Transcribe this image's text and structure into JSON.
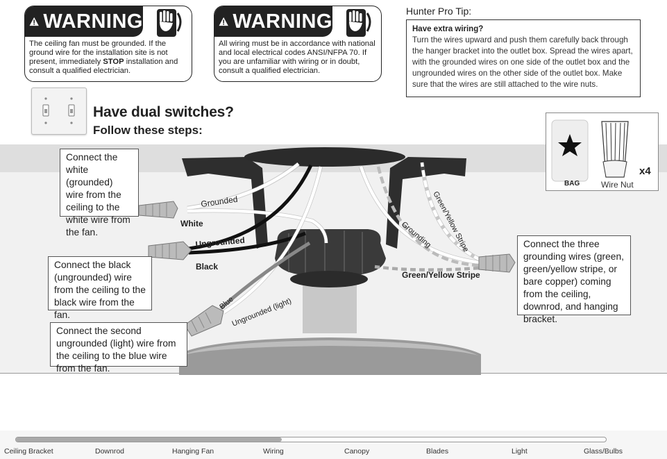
{
  "warnings": [
    {
      "word": "WARNING",
      "text_before": "The ceiling fan must be grounded. If the ground wire for the installation site is not present, immediately ",
      "text_bold": "STOP",
      "text_after": " installation and consult a qualified electrician."
    },
    {
      "word": "WARNING",
      "text_before": "All wiring must be in accordance with national and local electrical codes ANSI/NFPA 70.  If you are unfamiliar with wiring or in doubt, consult a qualified electrician.",
      "text_bold": "",
      "text_after": ""
    }
  ],
  "tip": {
    "title": "Hunter Pro Tip:",
    "heading": "Have extra wiring?",
    "body": "Turn the wires upward and push them carefully back through the hanger bracket into the outlet box. Spread the wires apart, with the grounded wires on one side of the outlet box and the ungrounded wires on the other side of the outlet box. Make sure that the wires are still attached to the wire nuts."
  },
  "dual": {
    "heading": "Have dual switches?",
    "subheading": "Follow these steps:"
  },
  "hardware": {
    "bag_label": "BAG",
    "nut_label": "Wire Nut",
    "quantity": "x4"
  },
  "callouts": {
    "white": "Connect the white (grounded) wire from the ceiling to the white wire from the fan.",
    "black": "Connect the black (ungrounded) wire from the ceiling to the black wire from the fan.",
    "light": "Connect the second ungrounded (light) wire from the ceiling to the blue wire from the fan.",
    "ground": "Connect the three grounding wires (green, green/yellow stripe, or bare copper) coming from the ceiling, downrod, and hanging bracket."
  },
  "wire_labels": {
    "grounded": "Grounded",
    "white": "White",
    "ungrounded": "Ungrounded",
    "black": "Black",
    "blue": "Blue",
    "ungrounded_light": "Ungrounded (light)",
    "grounding": "Grounding",
    "gy_stripe_top": "Green/Yellow Stripe",
    "gy_stripe_bottom": "Green/Yellow Stripe"
  },
  "navigation": {
    "steps": [
      "Ceiling Bracket",
      "Downrod",
      "Hanging Fan",
      "Wiring",
      "Canopy",
      "Blades",
      "Light",
      "Glass/Bulbs"
    ],
    "current_step": "Wiring",
    "progress": 0.45
  }
}
